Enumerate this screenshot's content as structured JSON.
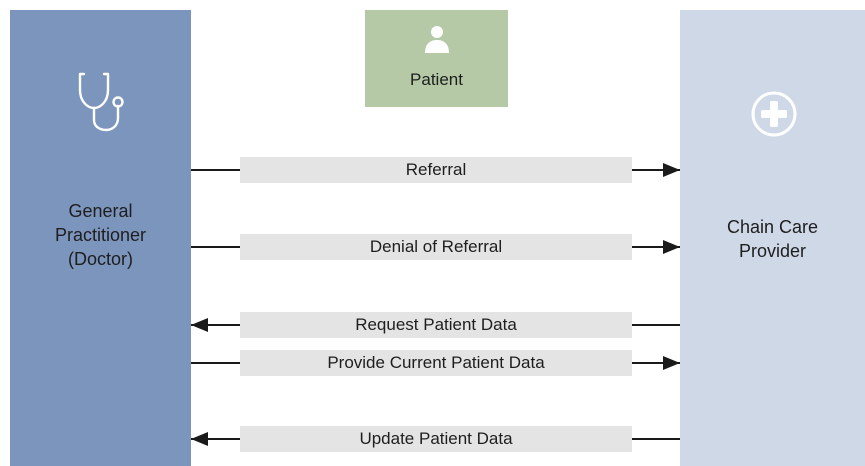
{
  "participants": {
    "general_practitioner": {
      "label": "General\nPractitioner\n(Doctor)",
      "icon": "stethoscope-icon"
    },
    "patient": {
      "label": "Patient",
      "icon": "person-icon"
    },
    "chain_care_provider": {
      "label": "Chain Care\nProvider",
      "icon": "medical-cross-icon"
    }
  },
  "messages": [
    {
      "label": "Referral",
      "direction": "right"
    },
    {
      "label": "Denial of Referral",
      "direction": "right"
    },
    {
      "label": "Request Patient Data",
      "direction": "left"
    },
    {
      "label": "Provide Current Patient Data",
      "direction": "right"
    },
    {
      "label": "Update Patient Data",
      "direction": "left"
    }
  ],
  "colors": {
    "general_practitioner_lane": "#7c95bd",
    "chain_care_provider_lane": "#cfd8e6",
    "patient_box": "#b5c9a7",
    "message_band": "#e4e4e4",
    "arrow": "#1a1a1a"
  }
}
